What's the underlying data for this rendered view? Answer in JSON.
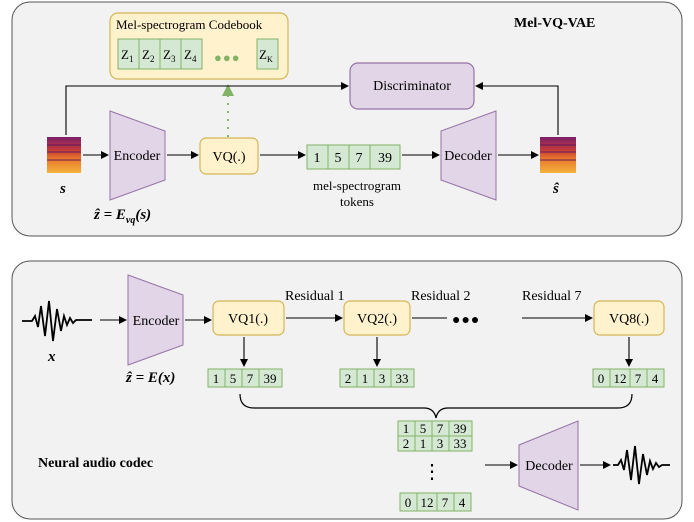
{
  "colors": {
    "panel_fill": "#f2f2f2",
    "yellow_fill": "#fff2cc",
    "yellow_stroke": "#d6b656",
    "green_fill": "#d5e8d4",
    "green_stroke": "#82b366",
    "purple_fill": "#e1d5e7",
    "purple_stroke": "#9673a6",
    "dotted_arrow": "#82b366"
  },
  "top": {
    "title": "Mel-VQ-VAE",
    "codebook": {
      "title": "Mel-spectrogram Codebook",
      "cells": [
        "Z",
        "Z",
        "Z",
        "Z"
      ],
      "cell_subs": [
        "1",
        "2",
        "3",
        "4"
      ],
      "last_cell": "Z",
      "last_sub": "K",
      "ellipsis": "●●●"
    },
    "discriminator": "Discriminator",
    "encoder": "Encoder",
    "vq": "VQ(.)",
    "tokens": [
      "1",
      "5",
      "7",
      "39"
    ],
    "tokens_caption_1": "mel-spectrogram",
    "tokens_caption_2": "tokens",
    "decoder": "Decoder",
    "input_symbol": "s",
    "output_symbol": "ŝ",
    "latent_eq": "ẑ = E_vq(s)",
    "latent_eq_parts": {
      "lhs": "ẑ = E",
      "sub": "vq",
      "rhs": "(s)"
    }
  },
  "bottom": {
    "title": "Neural audio codec",
    "encoder": "Encoder",
    "input_symbol": "x",
    "latent_eq": "ẑ = E(x)",
    "vq1": "VQ1(.)",
    "vq2": "VQ2(.)",
    "vq8": "VQ8(.)",
    "residual_1": "Residual 1",
    "residual_2": "Residual 2",
    "residual_7": "Residual 7",
    "ellipsis": "●●●",
    "tokens_vq1": [
      "1",
      "5",
      "7",
      "39"
    ],
    "tokens_vq2": [
      "2",
      "1",
      "3",
      "33"
    ],
    "tokens_vq8": [
      "0",
      "12",
      "7",
      "4"
    ],
    "stack_rows": [
      [
        "1",
        "5",
        "7",
        "39"
      ],
      [
        "2",
        "1",
        "3",
        "33"
      ]
    ],
    "stack_last": [
      "0",
      "12",
      "7",
      "4"
    ],
    "vdots": "⋮",
    "decoder": "Decoder"
  }
}
